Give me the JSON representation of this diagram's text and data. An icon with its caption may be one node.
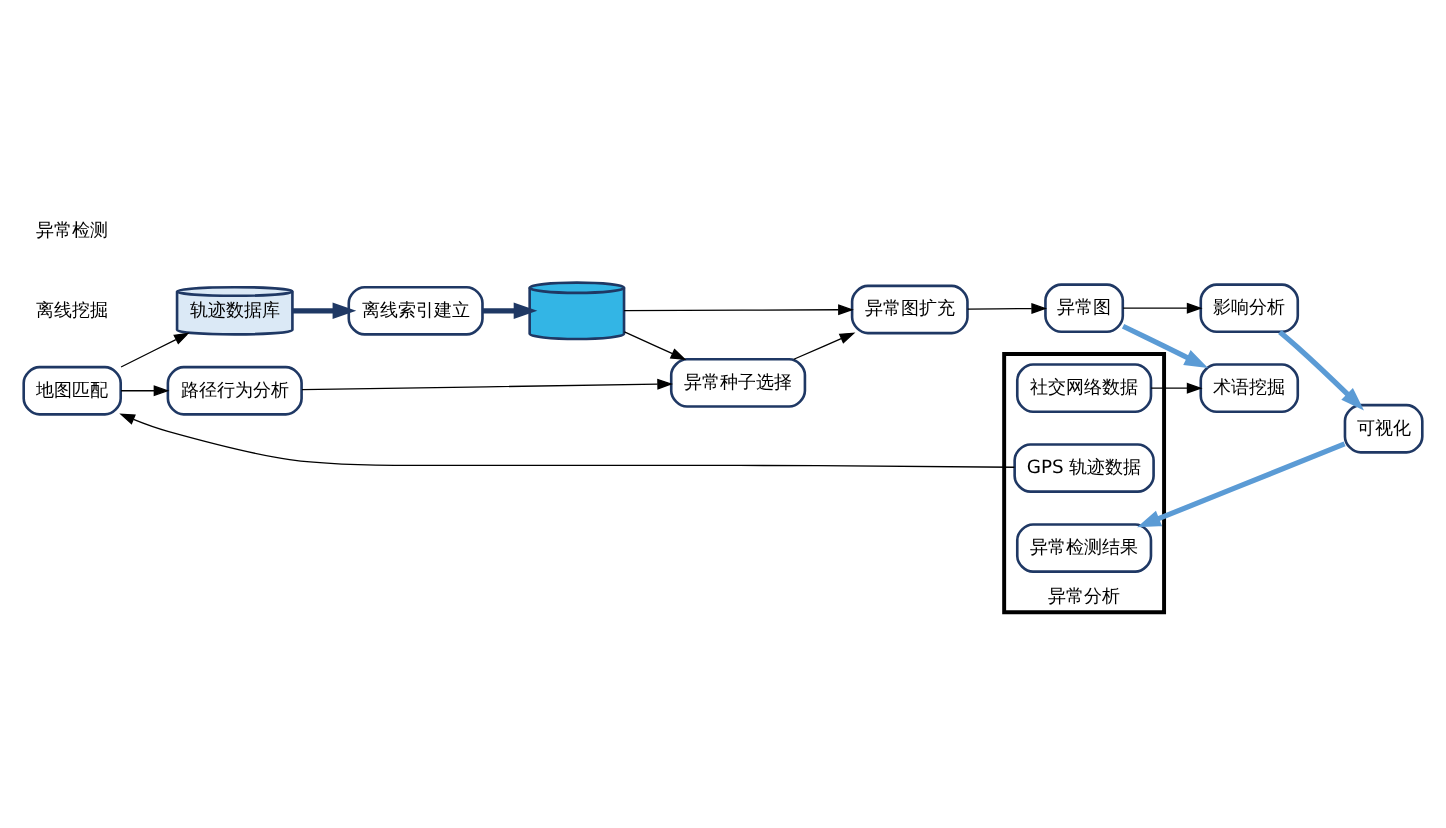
{
  "diagram": {
    "nodes": [
      {
        "text": [],
        "shape": "cylinder"
      },
      {
        "text": [
          "离线索引建立"
        ]
      },
      {
        "text": [
          "轨迹数据库"
        ]
      },
      {
        "text": [
          "异常图扩充"
        ]
      },
      {
        "text": [
          "异常种子选择"
        ]
      },
      {
        "text": [
          "路径行为分析"
        ]
      },
      {
        "text": [
          "地图匹配"
        ]
      },
      {
        "text": [
          "异常图"
        ]
      },
      {
        "text": [
          "术语挖掘"
        ]
      },
      {
        "text": [
          "影响分析"
        ]
      },
      {
        "text": [
          "可视化"
        ]
      },
      {
        "text": [
          "异常分析"
        ]
      },
      {
        "text": [
          "社交网络数据"
        ],
        "in": 11
      },
      {
        "text": [
          "GPS 轨迹数据"
        ],
        "in": 11
      },
      {
        "text": [
          "异常检测结果"
        ],
        "in": 11
      }
    ],
    "edges": [
      {
        "from": 2,
        "to": 1,
        "arrow": "to",
        "style": "thick",
        "color": "#1f3864"
      },
      {
        "from": 1,
        "to": 0,
        "arrow": "to",
        "style": "thick",
        "color": "#1f3864"
      },
      {
        "from": 0,
        "to": 3,
        "arrow": "to"
      },
      {
        "from": 0,
        "to": 4,
        "arrow": "to"
      },
      {
        "from": 6,
        "to": 2,
        "arrow": "to"
      },
      {
        "from": 13,
        "to": 6,
        "arrow": "to"
      },
      {
        "from": 6,
        "to": 5,
        "arrow": "to"
      },
      {
        "from": 5,
        "to": 4,
        "arrow": "to"
      },
      {
        "from": 4,
        "to": 3,
        "arrow": "to"
      },
      {
        "from": 3,
        "to": 7,
        "arrow": "to"
      },
      {
        "from": 7,
        "to": 8,
        "arrow": "to",
        "style": "thick",
        "color": "#5b9bd5"
      },
      {
        "from": 12,
        "to": 8,
        "arrow": "to"
      },
      {
        "from": 7,
        "to": 9,
        "arrow": "to"
      },
      {
        "from": 9,
        "to": 10,
        "arrow": "to",
        "style": "thick",
        "color": "#5b9bd5"
      },
      {
        "from": 10,
        "to": 14,
        "arrow": "to",
        "style": "thick",
        "color": "#5b9bd5"
      }
    ],
    "labels": [
      "离线挖掘",
      "异常检测"
    ]
  }
}
